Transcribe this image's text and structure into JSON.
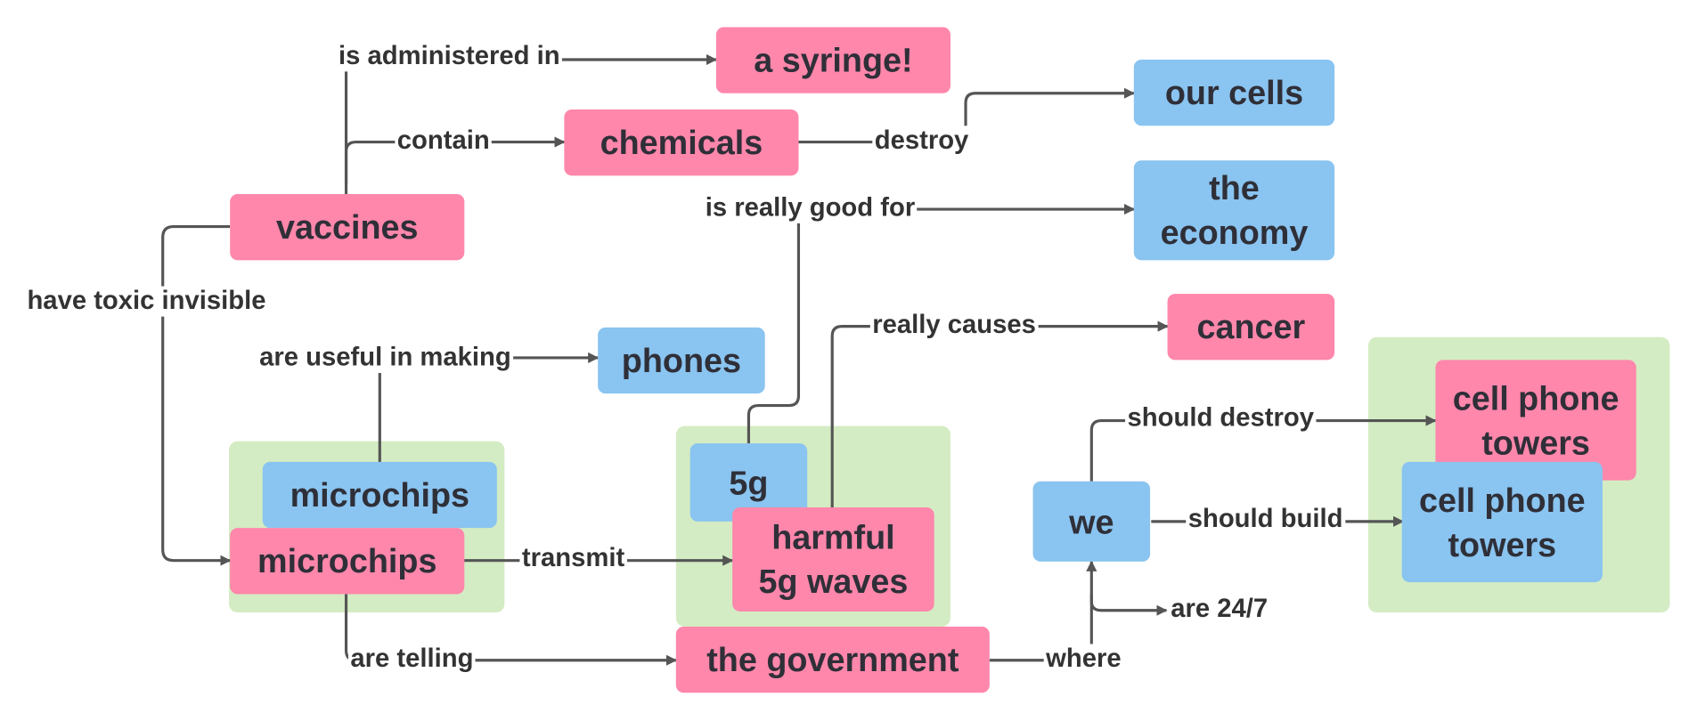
{
  "colors": {
    "pink": "#ff87ab",
    "blue": "#8ac4f0",
    "green_group": "#d4ecc3",
    "edge": "#555555",
    "text": "#2f2f38"
  },
  "nodes": {
    "syringe": "a syringe!",
    "chemicals": "chemicals",
    "our_cells": "our cells",
    "vaccines": "vaccines",
    "economy": "the economy",
    "cancer": "cancer",
    "phones": "phones",
    "microchips_blue": "microchips",
    "microchips_pink": "microchips",
    "five_g": "5g",
    "harmful_waves": "harmful 5g waves",
    "we": "we",
    "towers_pink": "cell phone towers",
    "towers_blue": "cell phone towers",
    "government": "the government"
  },
  "edge_labels": {
    "administered": "is administered in",
    "contain": "contain",
    "destroy": "destroy",
    "good_for": "is really good for",
    "toxic": "have toxic invisible",
    "useful": "are useful in making",
    "causes": "really causes",
    "transmit": "transmit",
    "should_destroy": "should destroy",
    "should_build": "should build",
    "telling": "are telling",
    "where": "where",
    "always": "are 24/7"
  }
}
